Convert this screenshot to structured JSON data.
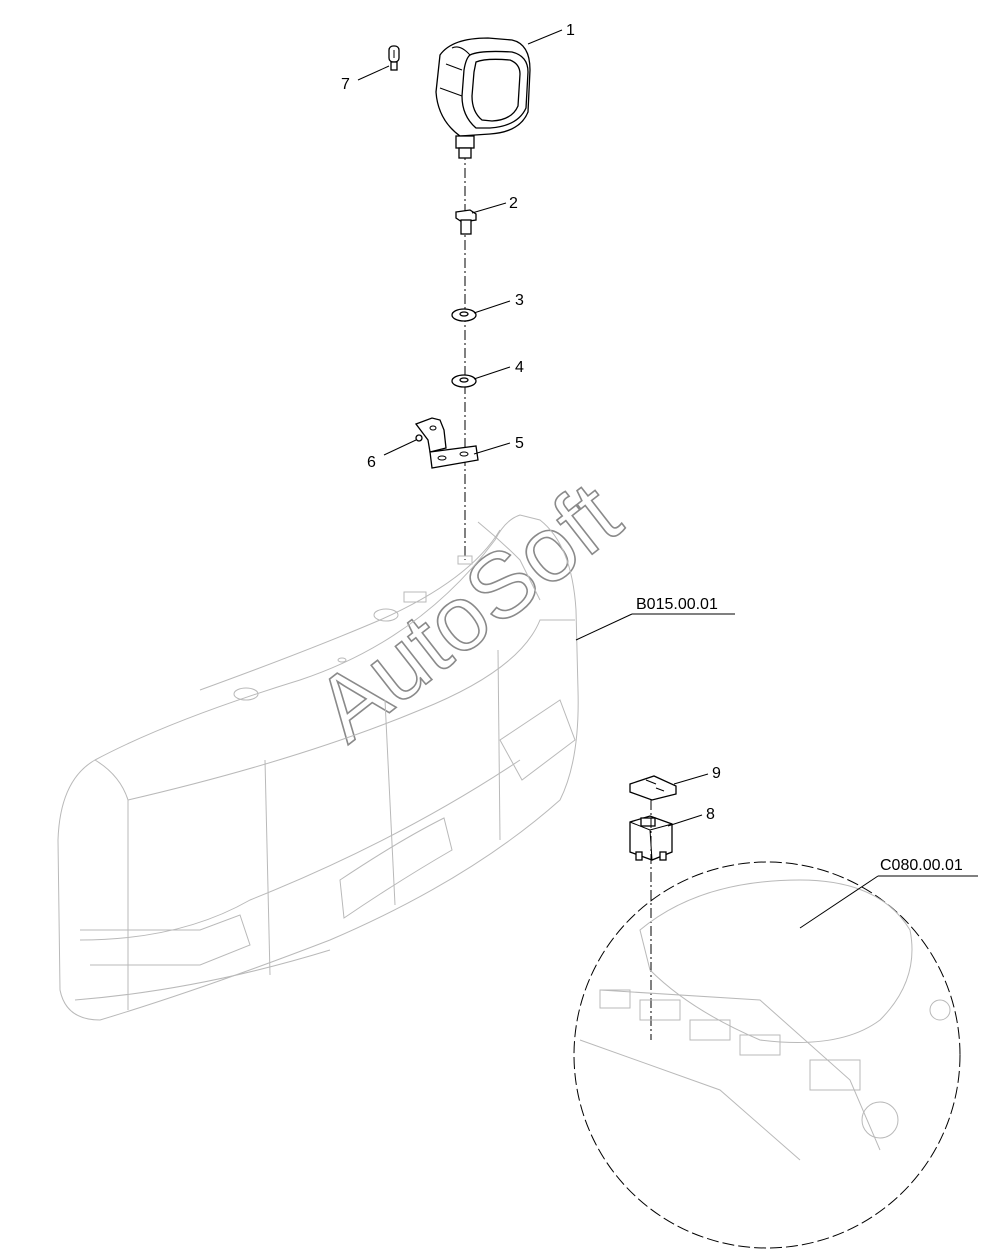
{
  "callouts": [
    {
      "id": "1",
      "label": "1"
    },
    {
      "id": "2",
      "label": "2"
    },
    {
      "id": "3",
      "label": "3"
    },
    {
      "id": "4",
      "label": "4"
    },
    {
      "id": "5",
      "label": "5"
    },
    {
      "id": "6",
      "label": "6"
    },
    {
      "id": "7",
      "label": "7"
    },
    {
      "id": "8",
      "label": "8"
    },
    {
      "id": "9",
      "label": "9"
    }
  ],
  "references": {
    "counterweight": "B015.00.01",
    "console": "C080.00.01"
  },
  "watermark": "AutoSoft"
}
